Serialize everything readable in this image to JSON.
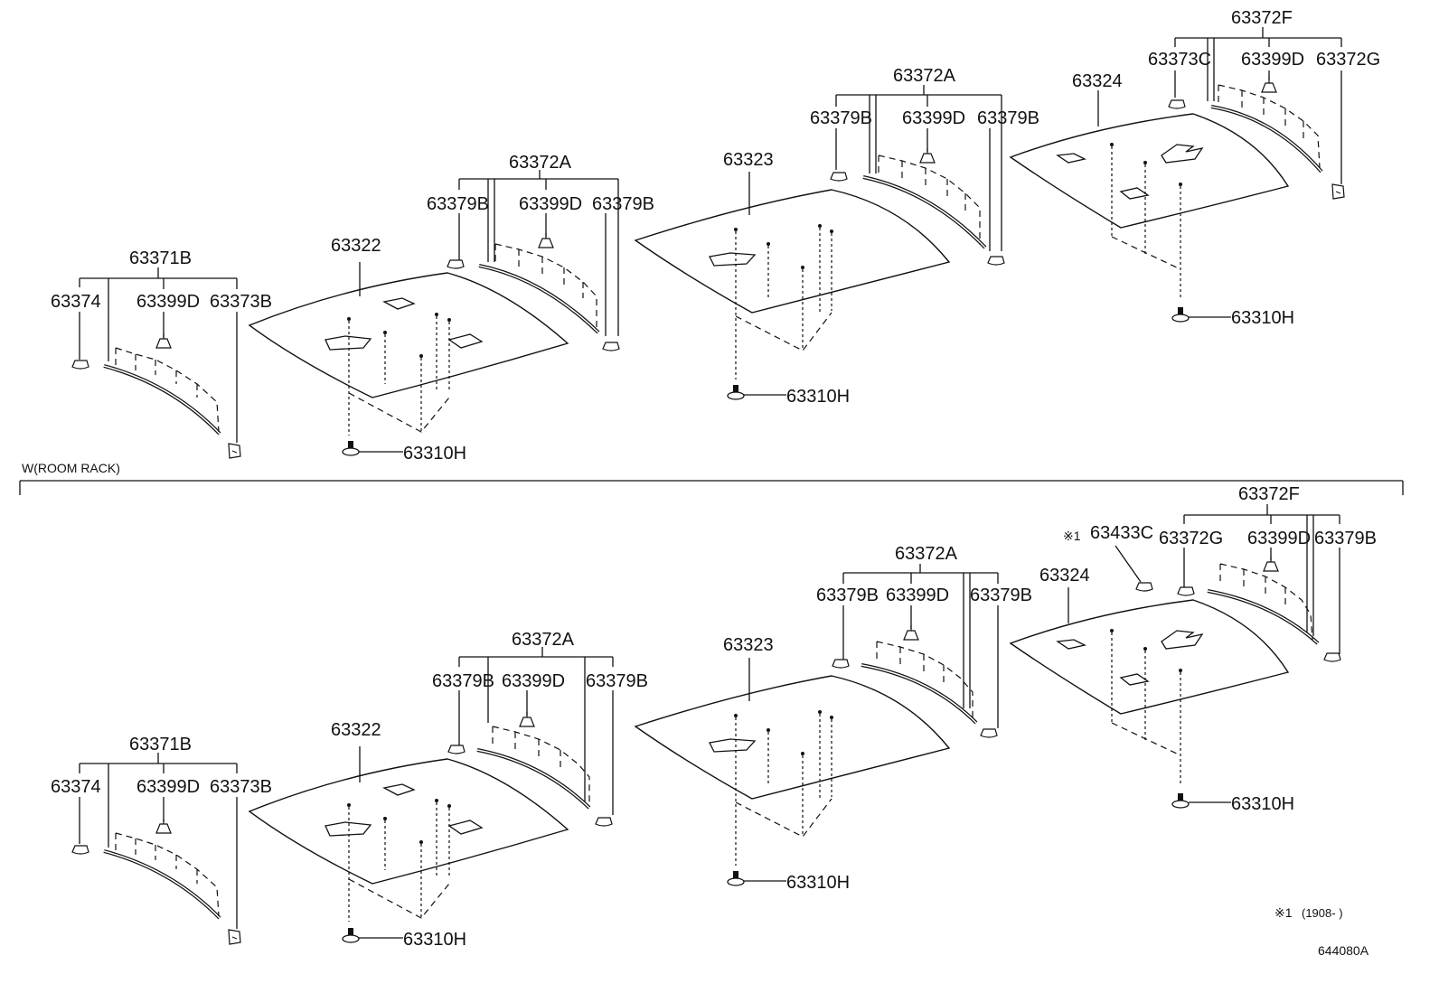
{
  "section_label": "W(ROOM RACK)",
  "footnote_mark": "※1",
  "footnote_text": "(1908-      )",
  "diagram_id": "644080A",
  "top": {
    "g1": {
      "header": "63371B",
      "left": "63374",
      "mid": "63399D",
      "right": "63373B",
      "panel": "63322",
      "screw": "63310H"
    },
    "g2": {
      "header": "63372A",
      "left": "63379B",
      "mid": "63399D",
      "right": "63379B"
    },
    "g3": {
      "panel": "63323",
      "screw": "63310H",
      "header": "63372A",
      "left": "63379B",
      "mid": "63399D",
      "right": "63379B"
    },
    "g4": {
      "panel": "63324",
      "screw": "63310H",
      "header": "63372F",
      "left": "63373C",
      "mid": "63399D",
      "right": "63372G"
    }
  },
  "bottom": {
    "g1": {
      "header": "63371B",
      "left": "63374",
      "mid": "63399D",
      "right": "63373B",
      "panel": "63322",
      "screw": "63310H"
    },
    "g2": {
      "header": "63372A",
      "left": "63379B",
      "mid": "63399D",
      "right": "63379B"
    },
    "g3": {
      "panel": "63323",
      "screw": "63310H",
      "header": "63372A",
      "left": "63379B",
      "mid": "63399D",
      "right": "63379B"
    },
    "g4": {
      "panel": "63324",
      "screw": "63310H",
      "header": "63372F",
      "extra": "63433C",
      "left": "63372G",
      "mid": "63399D",
      "right": "63379B"
    }
  }
}
